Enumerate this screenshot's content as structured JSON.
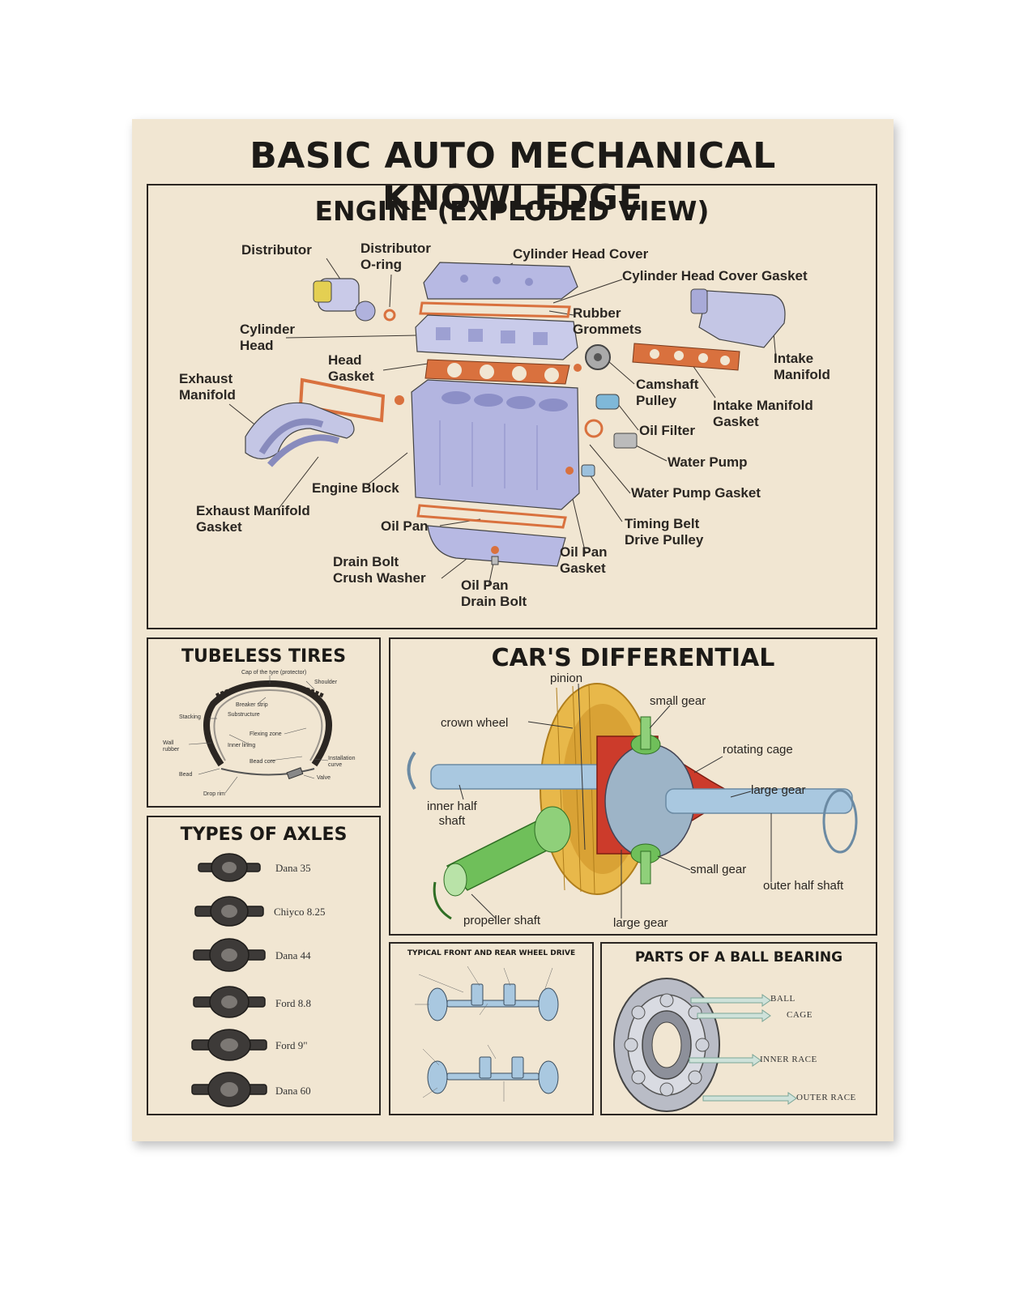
{
  "poster": {
    "title": "BASIC AUTO MECHANICAL KNOWLEDGE"
  },
  "engine": {
    "title": "ENGINE (EXPLODED VIEW)",
    "labels": {
      "distributor": "Distributor",
      "distributor_oring": "Distributor\nO-ring",
      "cylinder_head_cover": "Cylinder Head Cover",
      "cylinder_head_cover_gasket": "Cylinder Head Cover Gasket",
      "rubber_grommets": "Rubber\nGrommets",
      "cylinder_head": "Cylinder\nHead",
      "intake_manifold": "Intake\nManifold",
      "head_gasket": "Head\nGasket",
      "exhaust_manifold": "Exhaust\nManifold",
      "camshaft_pulley": "Camshaft\nPulley",
      "intake_manifold_gasket": "Intake Manifold\nGasket",
      "oil_filter": "Oil Filter",
      "water_pump": "Water Pump",
      "engine_block": "Engine Block",
      "water_pump_gasket": "Water Pump Gasket",
      "exhaust_manifold_gasket": "Exhaust Manifold\nGasket",
      "timing_belt_drive_pulley": "Timing Belt\nDrive Pulley",
      "oil_pan": "Oil Pan",
      "oil_pan_gasket": "Oil Pan\nGasket",
      "drain_bolt_crush_washer": "Drain Bolt\nCrush Washer",
      "oil_pan_drain_bolt": "Oil Pan\nDrain Bolt"
    }
  },
  "tires": {
    "title": "TUBELESS TIRES",
    "labels": {
      "cap": "Cap of the tyre (protector)",
      "shoulder": "Shoulder",
      "breaker": "Breaker strip",
      "substructure": "Substructure",
      "stacking": "Stacking",
      "flexing": "Flexing zone",
      "wall": "Wall rubber",
      "inner_lining": "Inner lining",
      "bead_core": "Bead core",
      "installation": "Installation curve",
      "bead": "Bead",
      "valve": "Valve",
      "drop": "Drop rim"
    }
  },
  "axles": {
    "title": "TYPES OF AXLES",
    "items": [
      "Dana 35",
      "Chiyco 8.25",
      "Dana 44",
      "Ford 8.8",
      "Ford 9\"",
      "Dana 60"
    ]
  },
  "differential": {
    "title": "CAR'S DIFFERENTIAL",
    "labels": {
      "pinion": "pinion",
      "small_gear_top": "small gear",
      "crown_wheel": "crown wheel",
      "rotating_cage": "rotating cage",
      "large_gear_right": "large gear",
      "inner_half_shaft": "inner half\nshaft",
      "small_gear_bottom": "small gear",
      "outer_half_shaft": "outer  half shaft",
      "propeller_shaft": "propeller shaft",
      "large_gear_bottom": "large gear"
    }
  },
  "wheel_drive": {
    "title": "TYPICAL FRONT AND REAR WHEEL DRIVE"
  },
  "bearing": {
    "title": "PARTS OF A BALL BEARING",
    "labels": {
      "ball": "BALL",
      "cage": "CAGE",
      "inner_race": "INNER RACE",
      "outer_race": "OUTER RACE"
    }
  },
  "colors": {
    "paper": "#f1e6d2",
    "ink": "#1c1a17",
    "engine_metal": "#b7b9e3",
    "gasket": "#d9713e",
    "gear_gold": "#e8b84a",
    "gear_green": "#6fbf5a",
    "cage_red": "#cc3b2b",
    "shaft_blue": "#a9c8e0"
  }
}
